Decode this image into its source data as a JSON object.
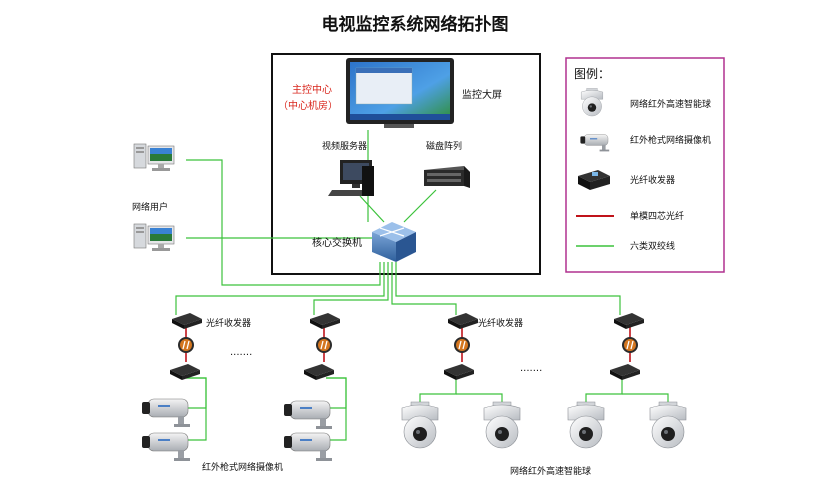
{
  "title": "电视监控系统网络拓扑图",
  "control_center": {
    "name_line1": "主控中心",
    "name_line2": "（中心机房）",
    "monitor_label": "监控大屏",
    "video_server_label": "视频服务器",
    "disk_array_label": "磁盘阵列",
    "core_switch_label": "核心交换机"
  },
  "network_users_label": "网络用户",
  "legend": {
    "title": "图例：",
    "items": [
      {
        "icon": "dome-camera-icon",
        "label": "网络红外高速智能球"
      },
      {
        "icon": "bullet-camera-icon",
        "label": "红外枪式网络摄像机"
      },
      {
        "icon": "fiber-transceiver-icon",
        "label": "光纤收发器"
      },
      {
        "icon": "red-line-icon",
        "label": "单模四芯光纤"
      },
      {
        "icon": "green-line-icon",
        "label": "六类双绞线"
      }
    ]
  },
  "field": {
    "transceiver_label_left": "光纤收发器",
    "transceiver_label_right": "光纤收发器",
    "ellipsis_left": "·······",
    "ellipsis_right": "·······",
    "bullet_group_label": "红外枪式网络摄像机",
    "dome_group_label": "网络红外高速智能球"
  },
  "colors": {
    "frame": "#111111",
    "legend_border": "#b0308f",
    "fiber": "#c0131a",
    "twisted_pair": "#3cc23c",
    "accent_red": "#d9261c"
  }
}
